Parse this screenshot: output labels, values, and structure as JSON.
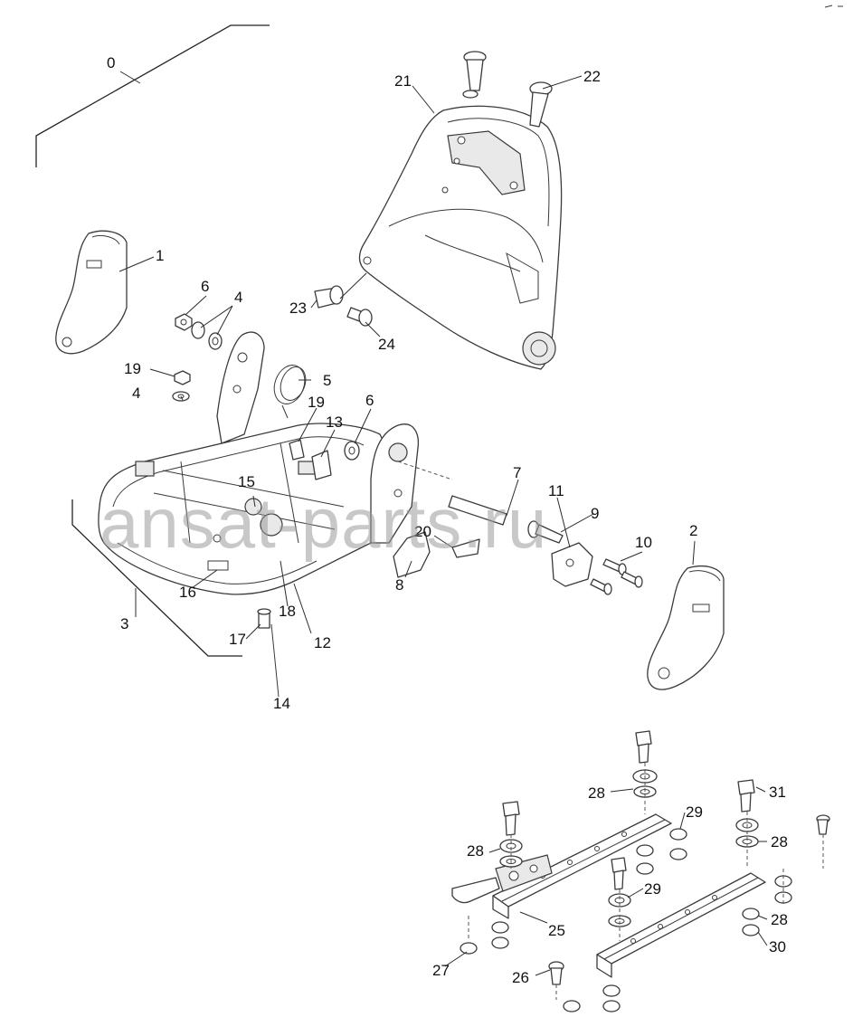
{
  "watermark": "ansat-parts.ru",
  "callouts": {
    "c0": "0",
    "c1": "1",
    "c2": "2",
    "c3": "3",
    "c4a": "4",
    "c4b": "4",
    "c5": "5",
    "c6a": "6",
    "c6b": "6",
    "c7": "7",
    "c8": "8",
    "c9": "9",
    "c10": "10",
    "c11": "11",
    "c12": "12",
    "c13": "13",
    "c14": "14",
    "c15": "15",
    "c16": "16",
    "c17": "17",
    "c18": "18",
    "c19a": "19",
    "c19b": "19",
    "c20": "20",
    "c21": "21",
    "c22": "22",
    "c23": "23",
    "c24": "24",
    "c25": "25",
    "c26": "26",
    "c27": "27",
    "c28a": "28",
    "c28b": "28",
    "c28c": "28",
    "c28d": "28",
    "c29a": "29",
    "c29b": "29",
    "c30": "30",
    "c31": "31"
  }
}
